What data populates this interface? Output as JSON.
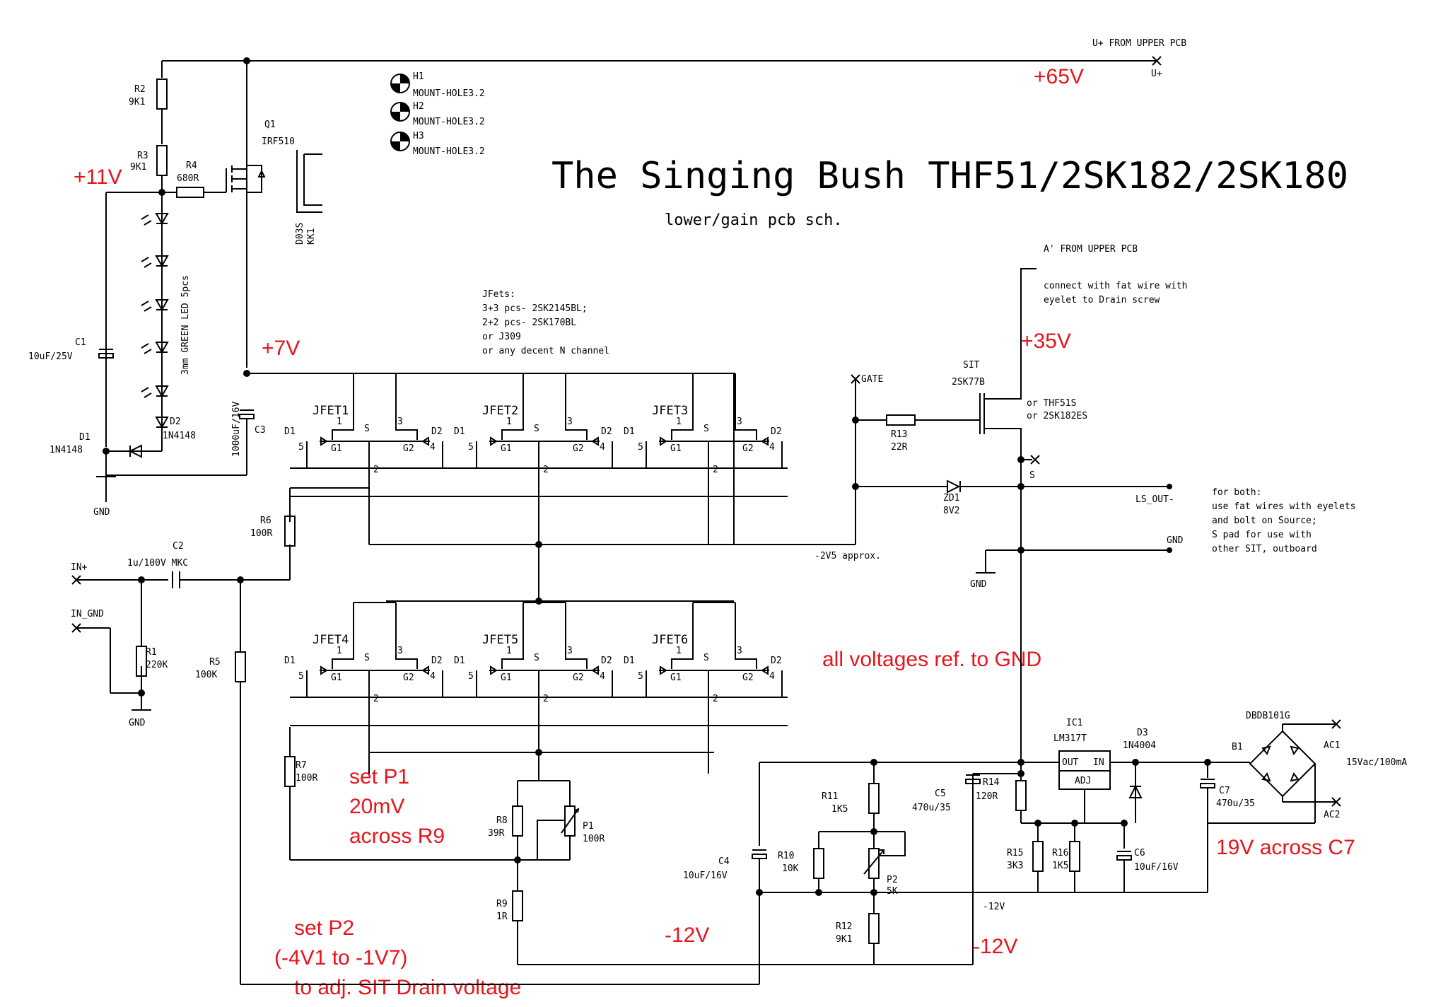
{
  "title": "The Singing Bush THF51/2SK182/2SK180",
  "subtitle": "lower/gain pcb sch.",
  "red_notes": {
    "v65": "+65V",
    "v11": "+11V",
    "v7": "+7V",
    "v35": "+35V",
    "ref": "all voltages ref. to GND",
    "setp1_a": "set P1",
    "setp1_b": "20mV",
    "setp1_c": "across R9",
    "setp2_a": "set P2",
    "setp2_b": "(-4V1 to -1V7)",
    "setp2_c": "to adj. SIT Drain voltage",
    "m12a": "-12V",
    "m12b": "-12V",
    "c7v": "19V across C7"
  },
  "nets": {
    "uplus_from": "U+ FROM UPPER PCB",
    "uplus": "U+",
    "a_from": "A' FROM UPPER PCB",
    "connect1": "connect with fat wire with",
    "connect2": "eyelet to Drain screw",
    "gate": "GATE",
    "s": "S",
    "ls_out": "LS_OUT-",
    "gnd": "GND",
    "in_plus": "IN+",
    "in_gnd": "IN_GND",
    "v25": "-2V5 approx.",
    "m12small": "-12V",
    "ac1": "AC1",
    "ac2": "AC2",
    "ac_in": "15Vac/100mA"
  },
  "jfet_note": [
    "JFets:",
    "3+3 pcs- 2SK2145BL;",
    "2+2 pcs- 2SK170BL",
    "or J309",
    "or any decent N channel"
  ],
  "both_note": [
    "for both:",
    "use fat wires with eyelets",
    "and bolt on Source;",
    "S pad  for use with",
    "other SIT, outboard"
  ],
  "holes": [
    "H1",
    "MOUNT-HOLE3.2",
    "H2",
    "MOUNT-HOLE3.2",
    "H3",
    "MOUNT-HOLE3.2"
  ],
  "parts": {
    "r2": "R2",
    "r2v": "9K1",
    "r3": "R3",
    "r3v": "9K1",
    "r4": "R4",
    "r4v": "680R",
    "q1": "Q1",
    "q1v": "IRF510",
    "kk1": "KK1",
    "kk1v": "D03S",
    "led": "3mm GREEN LED 5pcs",
    "c1": "C1",
    "c1v": "10uF/25V",
    "d1": "D1",
    "d1v": "1N4148",
    "d2": "D2",
    "d2v": "1N4148",
    "c3": "C3",
    "c3v": "1000uF/16V",
    "c2": "C2",
    "c2v": "1u/100V MKC",
    "r1": "R1",
    "r1v": "220K",
    "r5": "R5",
    "r5v": "100K",
    "r6": "R6",
    "r6v": "100R",
    "r7": "R7",
    "r7v": "100R",
    "r8": "R8",
    "r8v": "39R",
    "r9": "R9",
    "r9v": "1R",
    "p1": "P1",
    "p1v": "100R",
    "sit": "SIT",
    "sitv": "2SK77B",
    "sit_or1": "or THF51S",
    "sit_or2": "or 2SK182ES",
    "r13": "R13",
    "r13v": "22R",
    "zd1": "ZD1",
    "zd1v": "8V2",
    "ic1": "IC1",
    "ic1v": "LM317T",
    "ic_out": "OUT",
    "ic_in": "IN",
    "ic_adj": "ADJ",
    "d3": "D3",
    "d3v": "1N4004",
    "b1": "B1",
    "b1v": "DBDB101G",
    "c4": "C4",
    "c4v": "10uF/16V",
    "c5": "C5",
    "c5v": "470u/35",
    "c6": "C6",
    "c6v": "10uF/16V",
    "c7": "C7",
    "c7v": "470u/35",
    "r10": "R10",
    "r10v": "10K",
    "r11": "R11",
    "r11v": "1K5",
    "r12": "R12",
    "r12v": "9K1",
    "r14": "R14",
    "r14v": "120R",
    "r15": "R15",
    "r15v": "3K3",
    "r16": "R16",
    "r16v": "1K5",
    "p2": "P2",
    "p2v": "5K"
  },
  "jfets": [
    "JFET1",
    "JFET2",
    "JFET3",
    "JFET4",
    "JFET5",
    "JFET6"
  ],
  "jfet_pins": {
    "d1": "D1",
    "d2": "D2",
    "s": "S",
    "g1": "G1",
    "g2": "G2",
    "p1": "1",
    "p2": "2",
    "p3": "3",
    "p4": "4",
    "p5": "5"
  }
}
